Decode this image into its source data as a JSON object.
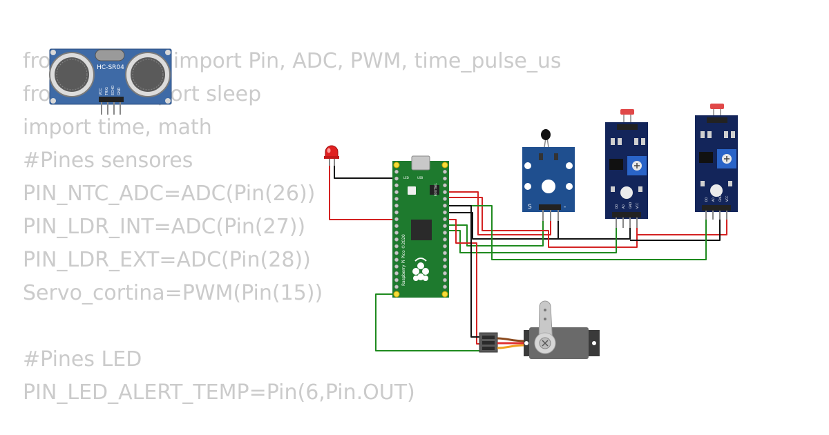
{
  "code": {
    "lines": [
      "from machine import Pin, ADC, PWM, time_pulse_us",
      "from time import sleep",
      "import time, math",
      "#Pines sensores",
      "PIN_NTC_ADC=ADC(Pin(26))",
      "PIN_LDR_INT=ADC(Pin(27))",
      "PIN_LDR_EXT=ADC(Pin(28))",
      "Servo_cortina=PWM(Pin(15))",
      "",
      "#Pines LED",
      "PIN_LED_ALERT_TEMP=Pin(6,Pin.OUT)"
    ]
  },
  "components": {
    "ultrasonic": {
      "label": "HC-SR04",
      "pins": [
        "VCC",
        "TRIG",
        "ECHO",
        "GND"
      ]
    },
    "pico": {
      "label": "Raspberry Pi Pico ©2020",
      "led_label": "LED",
      "usb_label": "USB",
      "bootsel_label": "BOOTSEL"
    },
    "ntc_module": {
      "signal_label": "S",
      "gnd_label": "-"
    },
    "ldr_module_1": {
      "pins": [
        "DO",
        "AO",
        "GND",
        "VCC"
      ]
    },
    "ldr_module_2": {
      "pins": [
        "DO",
        "AO",
        "GND",
        "VCC"
      ]
    }
  },
  "colors": {
    "wire_red": "#d32222",
    "wire_black": "#111111",
    "wire_green": "#1e8a1e",
    "pico_green": "#1e7a2e",
    "module_blue": "#13255a",
    "ntc_blue": "#1f4f8f",
    "hcsr04_blue": "#3e6aa6",
    "servo_gray": "#6a6a6a"
  }
}
